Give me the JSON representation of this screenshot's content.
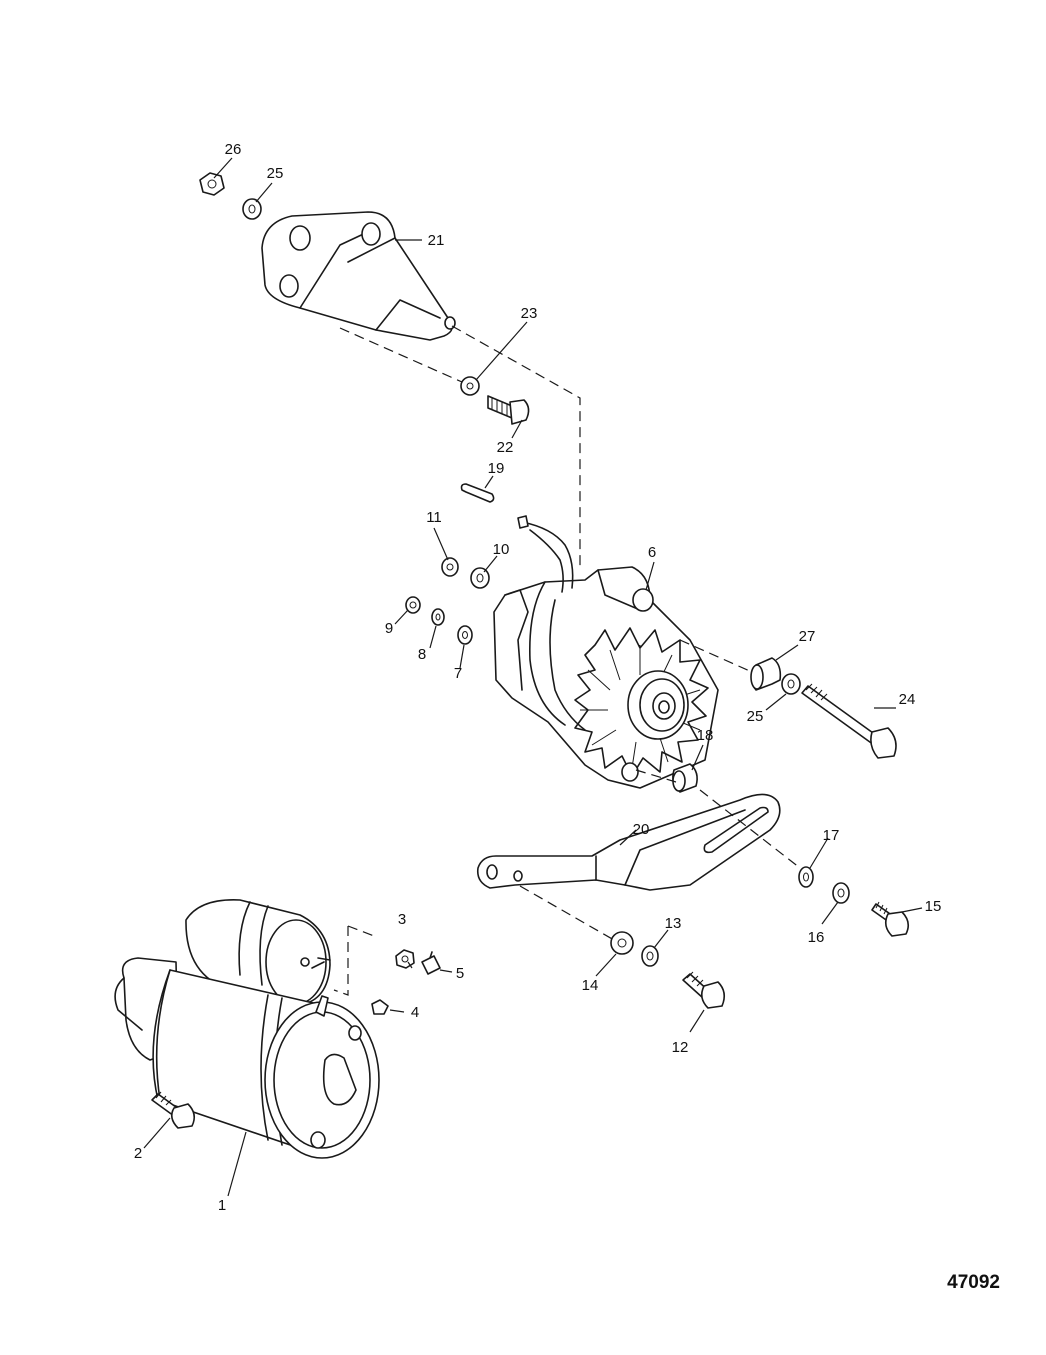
{
  "figure_number": "47092",
  "callouts": [
    {
      "id": "1",
      "text": "1"
    },
    {
      "id": "2",
      "text": "2"
    },
    {
      "id": "3",
      "text": "3"
    },
    {
      "id": "4",
      "text": "4"
    },
    {
      "id": "5",
      "text": "5"
    },
    {
      "id": "6",
      "text": "6"
    },
    {
      "id": "7",
      "text": "7"
    },
    {
      "id": "8",
      "text": "8"
    },
    {
      "id": "9",
      "text": "9"
    },
    {
      "id": "10",
      "text": "10"
    },
    {
      "id": "11",
      "text": "11"
    },
    {
      "id": "12",
      "text": "12"
    },
    {
      "id": "13",
      "text": "13"
    },
    {
      "id": "14",
      "text": "14"
    },
    {
      "id": "15",
      "text": "15"
    },
    {
      "id": "16",
      "text": "16"
    },
    {
      "id": "17",
      "text": "17"
    },
    {
      "id": "18",
      "text": "18"
    },
    {
      "id": "19",
      "text": "19"
    },
    {
      "id": "20",
      "text": "20"
    },
    {
      "id": "21",
      "text": "21"
    },
    {
      "id": "22",
      "text": "22"
    },
    {
      "id": "23",
      "text": "23"
    },
    {
      "id": "24",
      "text": "24"
    },
    {
      "id": "25a",
      "text": "25"
    },
    {
      "id": "25b",
      "text": "25"
    },
    {
      "id": "26",
      "text": "26"
    },
    {
      "id": "27",
      "text": "27"
    }
  ]
}
